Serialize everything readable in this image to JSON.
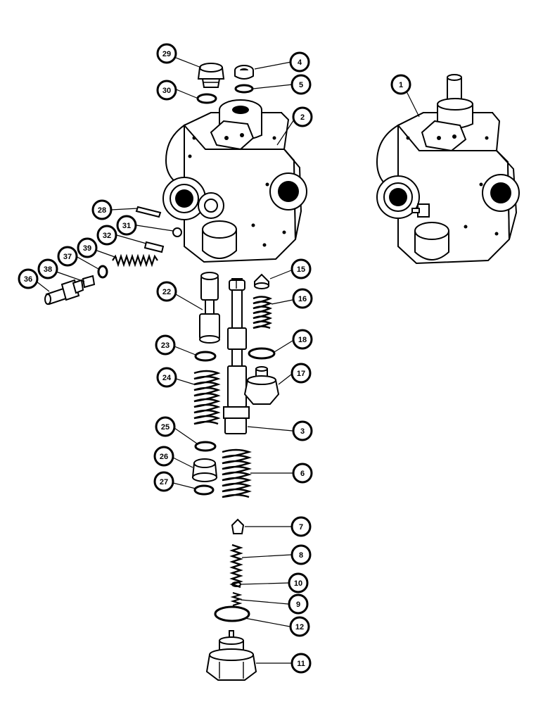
{
  "diagram": {
    "callouts": [
      {
        "id": "c29",
        "label": "29"
      },
      {
        "id": "c30",
        "label": "30"
      },
      {
        "id": "c4",
        "label": "4"
      },
      {
        "id": "c5",
        "label": "5"
      },
      {
        "id": "c2",
        "label": "2"
      },
      {
        "id": "c1",
        "label": "1"
      },
      {
        "id": "c28",
        "label": "28"
      },
      {
        "id": "c31",
        "label": "31"
      },
      {
        "id": "c32",
        "label": "32"
      },
      {
        "id": "c39",
        "label": "39"
      },
      {
        "id": "c37",
        "label": "37"
      },
      {
        "id": "c38",
        "label": "38"
      },
      {
        "id": "c36",
        "label": "36"
      },
      {
        "id": "c22",
        "label": "22"
      },
      {
        "id": "c15",
        "label": "15"
      },
      {
        "id": "c16",
        "label": "16"
      },
      {
        "id": "c23",
        "label": "23"
      },
      {
        "id": "c18",
        "label": "18"
      },
      {
        "id": "c24",
        "label": "24"
      },
      {
        "id": "c17",
        "label": "17"
      },
      {
        "id": "c3",
        "label": "3"
      },
      {
        "id": "c25",
        "label": "25"
      },
      {
        "id": "c26",
        "label": "26"
      },
      {
        "id": "c6",
        "label": "6"
      },
      {
        "id": "c27",
        "label": "27"
      },
      {
        "id": "c7",
        "label": "7"
      },
      {
        "id": "c8",
        "label": "8"
      },
      {
        "id": "c10",
        "label": "10"
      },
      {
        "id": "c9",
        "label": "9"
      },
      {
        "id": "c12",
        "label": "12"
      },
      {
        "id": "c11",
        "label": "11"
      }
    ]
  }
}
